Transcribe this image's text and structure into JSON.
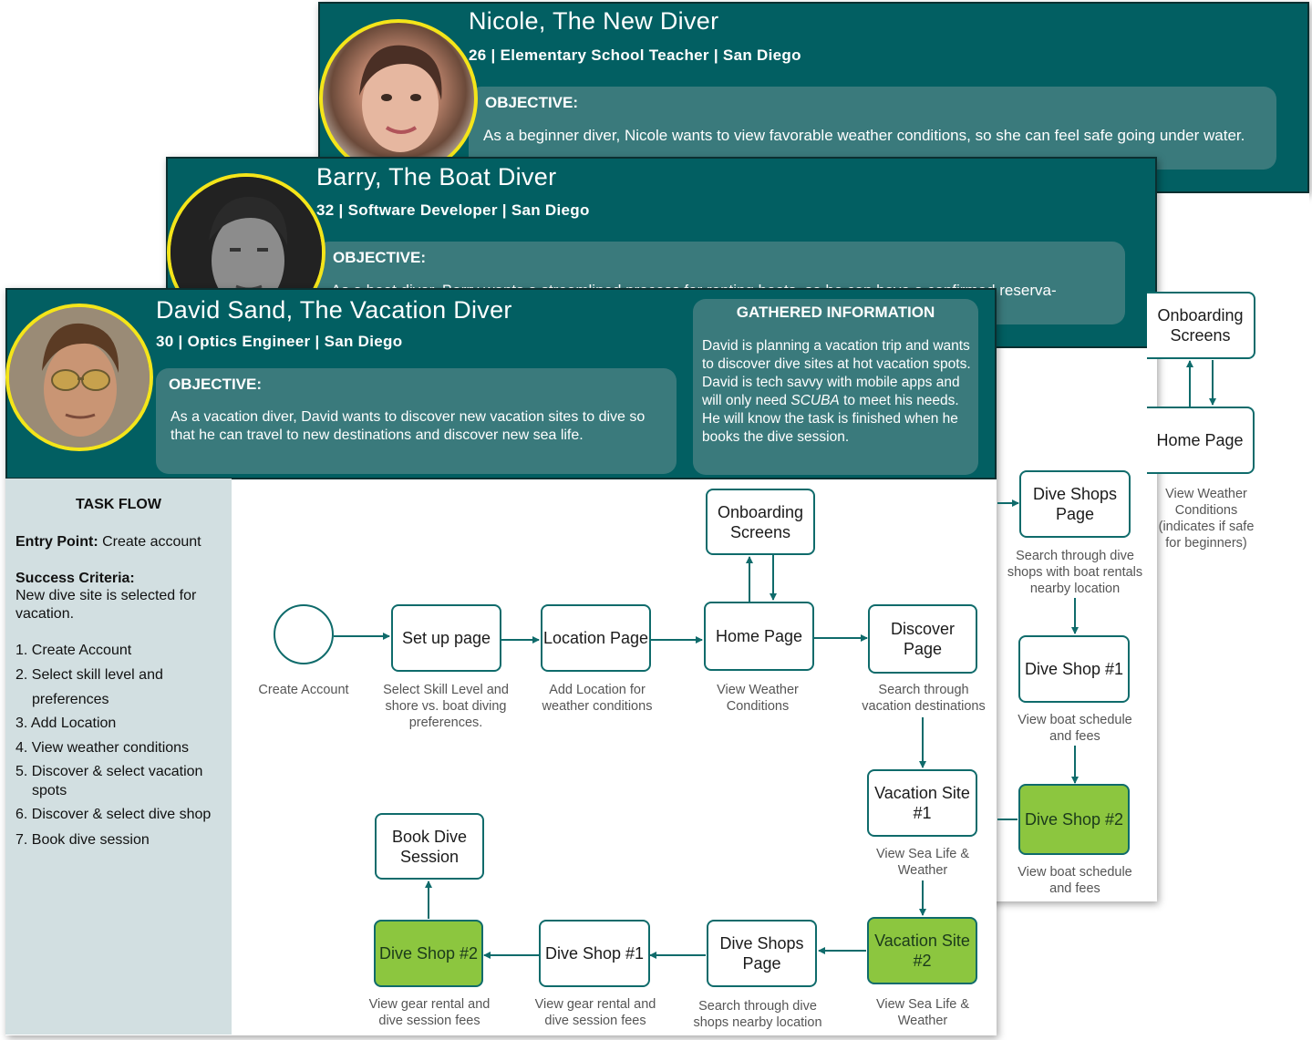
{
  "nicole": {
    "name": "Nicole, The New Diver",
    "subtitle": "26 | Elementary School Teacher | San Diego",
    "objective_label": "OBJECTIVE:",
    "objective_text": "As a beginner diver, Nicole wants to view favorable weather conditions, so she can feel safe going under water.",
    "nodes": {
      "onboarding": "Onboarding Screens",
      "home": "Home Page"
    },
    "captions": {
      "home": "View Weather Conditions (indicates if safe for beginners)"
    }
  },
  "barry": {
    "name": "Barry, The Boat Diver",
    "subtitle": "32 | Software Developer | San Diego",
    "objective_label": "OBJECTIVE:",
    "objective_text": "As a boat diver, Barry wants a streamlined process for renting boats, so he can have a confirmed reserva-",
    "nodes": {
      "dive_shops": "Dive Shops Page",
      "dive_shop_1": "Dive Shop #1",
      "dive_shop_2": "Dive Shop #2"
    },
    "captions": {
      "dive_shops": "Search through dive shops with boat rentals nearby location",
      "dive_shop_1": "View boat schedule and fees",
      "dive_shop_2": "View boat schedule and fees"
    }
  },
  "david": {
    "name": "David Sand, The Vacation Diver",
    "subtitle": "30 | Optics Engineer | San Diego",
    "objective_label": "OBJECTIVE:",
    "objective_text": "As a vacation diver, David wants to discover new vacation sites to dive so that he can travel to new destinations and discover new sea life.",
    "gathered_title": "GATHERED INFORMATION",
    "gathered_pre": "David is planning a vacation trip and wants to discover dive sites at hot vacation spots.  David is tech savvy with mobile apps and will only need ",
    "gathered_em": "SCUBA",
    "gathered_post": " to meet his needs. He will know the task is finished when he books the dive session."
  },
  "taskflow": {
    "title": "TASK FLOW",
    "entry_label": "Entry Point:",
    "entry_value": " Create account",
    "success_label": "Success Criteria:",
    "success_value": "New dive site is selected for vacation.",
    "steps": [
      "1. Create Account",
      "2. Select skill level and",
      "preferences",
      "3. Add Location",
      "4. View weather conditions",
      "5. Discover & select vacation",
      "spots",
      "6. Discover & select dive shop",
      "7. Book dive session"
    ]
  },
  "flow": {
    "nodes": {
      "setup": "Set up page",
      "location": "Location Page",
      "onboarding": "Onboarding Screens",
      "home": "Home Page",
      "discover": "Discover Page",
      "vac1": "Vacation Site #1",
      "vac2": "Vacation Site #2",
      "shops": "Dive Shops Page",
      "shop1": "Dive Shop #1",
      "shop2": "Dive Shop #2",
      "book": "Book Dive Session"
    },
    "captions": {
      "start": "Create Account",
      "setup": "Select Skill Level and shore vs. boat diving preferences.",
      "location": "Add Location for weather conditions",
      "home": "View Weather Conditions",
      "discover": "Search through vacation destinations",
      "vac1": "View Sea Life & Weather",
      "vac2": "View Sea Life & Weather",
      "shops": "Search through dive shops nearby location",
      "shop1": "View gear rental and dive session fees",
      "shop2": "View gear rental and dive session fees"
    }
  },
  "colors": {
    "header_teal": "#025f62",
    "objective_box": "#3a7a7c",
    "avatar_ring": "#f4e51a",
    "highlight_green": "#8cc63f",
    "sidebar_bg": "#d2dfe1"
  }
}
